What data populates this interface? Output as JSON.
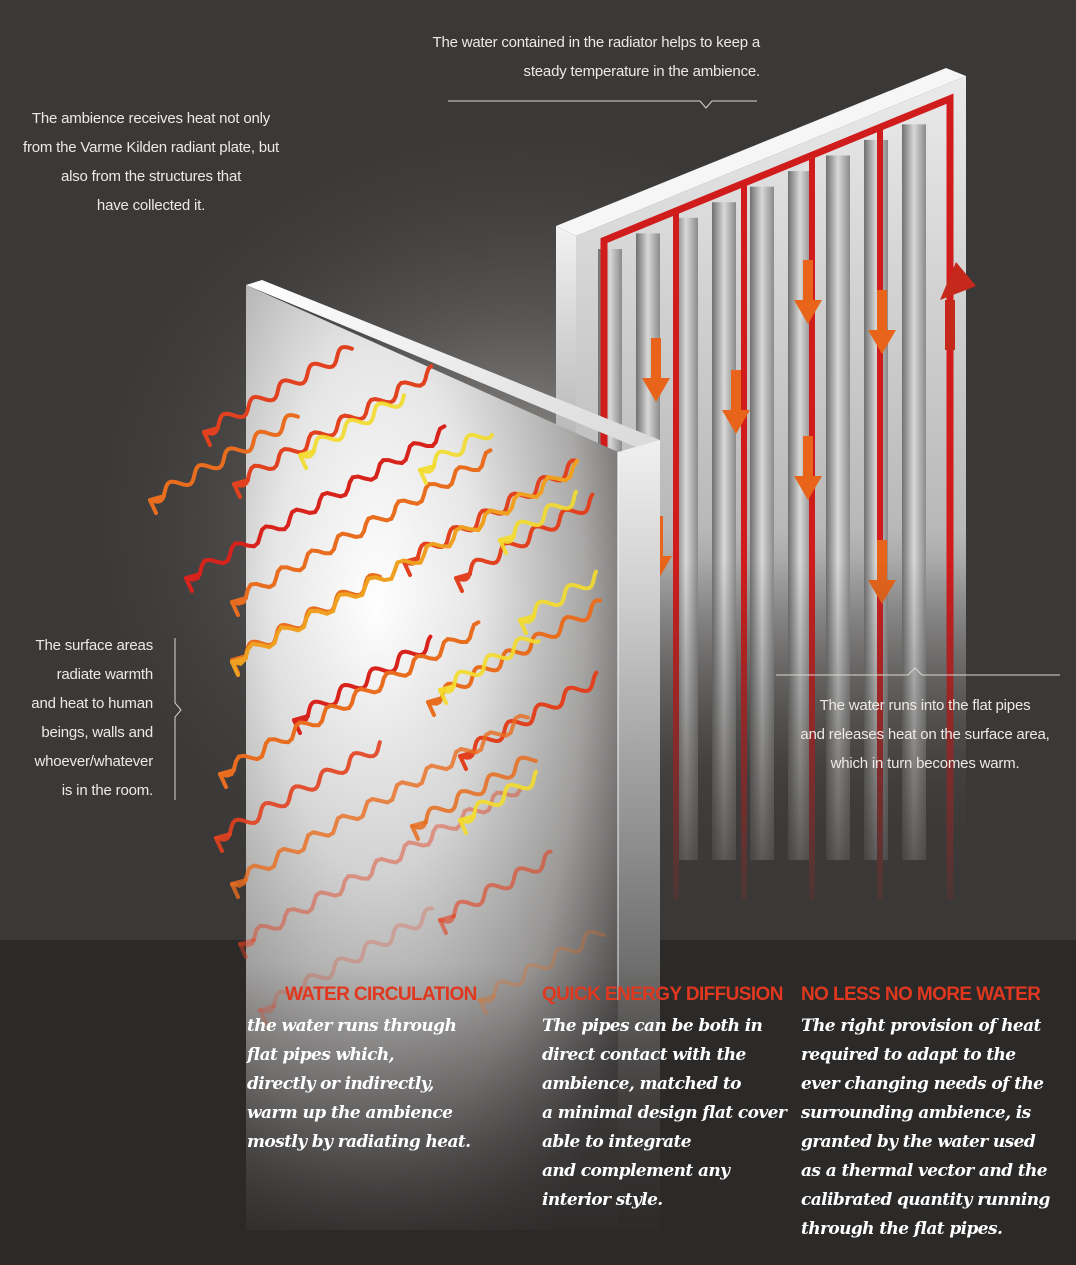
{
  "annotations": {
    "top_right": [
      "The water contained in the radiator helps to keep a",
      "steady temperature in the ambience."
    ],
    "top_left": [
      "The ambience receives heat not only",
      "from the Varme Kilden radiant plate, but",
      "also from the structures that",
      "have collected it."
    ],
    "mid_left": [
      "The surface areas",
      "radiate warmth",
      "and heat to human",
      "beings, walls and",
      "whoever/whatever",
      "is in the room."
    ],
    "mid_right": [
      "The water runs into the flat pipes",
      "and releases heat on the surface area,",
      "which in turn becomes warm."
    ]
  },
  "columns": [
    {
      "title": "WATER CIRCULATION",
      "lines": [
        "the water runs through",
        "flat pipes which,",
        "directly or indirectly,",
        "warm up the ambience",
        "mostly by radiating heat."
      ]
    },
    {
      "title": "QUICK ENERGY DIFFUSION",
      "lines": [
        "The pipes can be both in",
        "direct contact with the",
        "ambience, matched to",
        "a minimal design flat cover",
        "able to integrate",
        "and complement any",
        "interior style."
      ]
    },
    {
      "title": "NO LESS NO MORE WATER",
      "lines": [
        "The right provision of heat",
        "required to adapt to the",
        "ever changing needs of the",
        "surrounding ambience, is",
        "granted by the water used",
        "as a thermal vector and the",
        "calibrated quantity running",
        "through the flat pipes."
      ]
    }
  ],
  "colors": {
    "background": "#3b3937",
    "bottom_band": "#2c2a29",
    "heading_red": "#e0371f",
    "pipe_red": "#d11c1c",
    "flow_orange": "#e8641a",
    "wave_yellow": "#f3dc2c"
  }
}
